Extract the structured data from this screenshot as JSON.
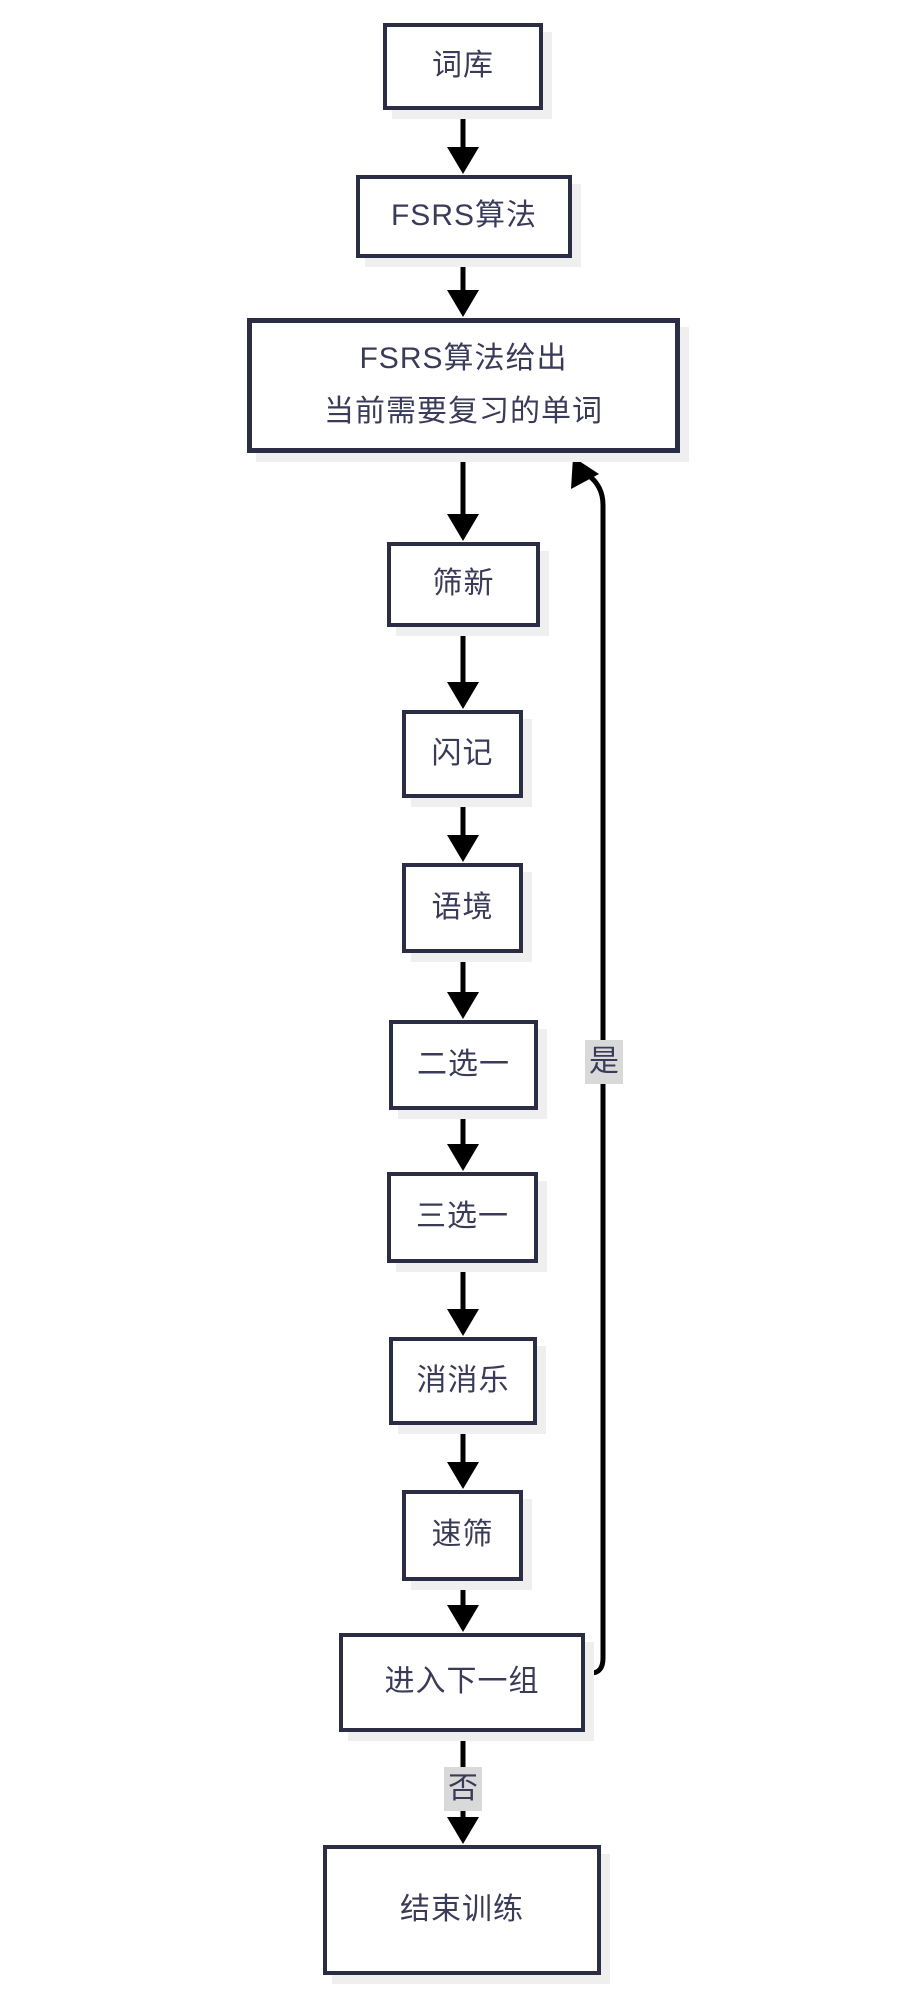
{
  "diagram": {
    "type": "flowchart",
    "direction": "top-down",
    "nodes": [
      {
        "id": "word-bank",
        "label": "词库"
      },
      {
        "id": "fsrs-algorithm",
        "label": "FSRS算法"
      },
      {
        "id": "fsrs-review-output",
        "label": "FSRS算法给出\n当前需要复习的单词"
      },
      {
        "id": "sift-new",
        "label": "筛新"
      },
      {
        "id": "flash-recall",
        "label": "闪记"
      },
      {
        "id": "context",
        "label": "语境"
      },
      {
        "id": "two-choose-one",
        "label": "二选一"
      },
      {
        "id": "three-choose-one",
        "label": "三选一"
      },
      {
        "id": "elimination-game",
        "label": "消消乐"
      },
      {
        "id": "quick-sift",
        "label": "速筛"
      },
      {
        "id": "next-group",
        "label": "进入下一组"
      },
      {
        "id": "end-training",
        "label": "结束训练"
      }
    ],
    "edges": [
      {
        "from": "词库",
        "to": "FSRS算法"
      },
      {
        "from": "FSRS算法",
        "to": "FSRS算法给出当前需要复习的单词"
      },
      {
        "from": "FSRS算法给出当前需要复习的单词",
        "to": "筛新"
      },
      {
        "from": "筛新",
        "to": "闪记"
      },
      {
        "from": "闪记",
        "to": "语境"
      },
      {
        "from": "语境",
        "to": "二选一"
      },
      {
        "from": "二选一",
        "to": "三选一"
      },
      {
        "from": "三选一",
        "to": "消消乐"
      },
      {
        "from": "消消乐",
        "to": "速筛"
      },
      {
        "from": "速筛",
        "to": "进入下一组"
      },
      {
        "from": "进入下一组",
        "to": "FSRS算法给出当前需要复习的单词",
        "label": "是"
      },
      {
        "from": "进入下一组",
        "to": "结束训练",
        "label": "否"
      }
    ],
    "colors": {
      "node_border": "#2b2d45",
      "node_text": "#3a3b58",
      "node_background": "#ffffff",
      "arrow": "#000000",
      "edge_label_background": "#d9d9d9",
      "node_shadow": "#efefef",
      "canvas_background": "#ffffff"
    }
  }
}
